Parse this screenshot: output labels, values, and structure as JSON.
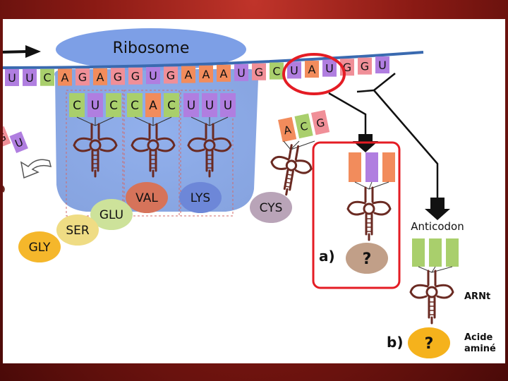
{
  "ribosome": {
    "label": "Ribosome"
  },
  "mrna": {
    "bases": [
      "U",
      "U",
      "C",
      "A",
      "G",
      "A",
      "G",
      "G",
      "U",
      "G",
      "A",
      "A",
      "A",
      "U",
      "G",
      "C",
      "U",
      "A",
      "U",
      "G",
      "G",
      "U"
    ]
  },
  "trnas": [
    {
      "anticodon": [
        "C",
        "U",
        "C"
      ],
      "amino_acid": ""
    },
    {
      "anticodon": [
        "C",
        "A",
        "C"
      ],
      "amino_acid": "VAL"
    },
    {
      "anticodon": [
        "U",
        "U",
        "U"
      ],
      "amino_acid": "LYS"
    }
  ],
  "incoming_trna": {
    "anticodon": [
      "A",
      "C",
      "G"
    ],
    "amino_acid": "CYS"
  },
  "left_trna": {
    "bases": [
      "G",
      "U"
    ]
  },
  "chain": [
    "GLY",
    "SER",
    "GLU"
  ],
  "question_a": {
    "label": "a)",
    "amino_acid": "?"
  },
  "question_b": {
    "label": "b)",
    "amino_acid": "?",
    "anticodon_label": "Anticodon",
    "trna_label": "ARNt",
    "aa_label_1": "Acide",
    "aa_label_2": "aminé"
  },
  "colors": {
    "A": "#f28c5c",
    "U": "#b07ee0",
    "C": "#a9cf6c",
    "G": "#f08f98",
    "ribosome": "#6f95e0",
    "trna": "#6a2a22",
    "highlight": "#e41c24",
    "VAL": "#d6735a",
    "LYS": "#6d87d8",
    "CYS": "#b9a4b8",
    "GLY": "#f5b72b",
    "SER": "#efdc84",
    "GLU": "#cde29a",
    "question_a": "#c19f88",
    "question_b": "#f5b21c"
  }
}
